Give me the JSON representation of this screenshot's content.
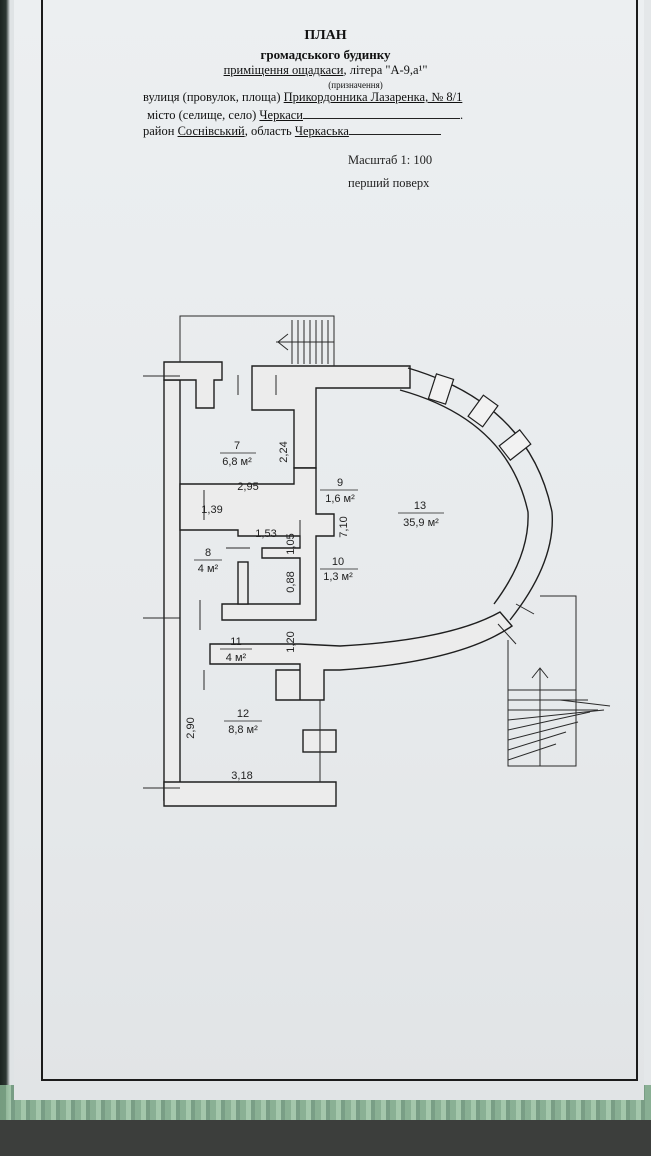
{
  "header": {
    "title": "ПЛАН",
    "subtitle": "громадського будинку",
    "purpose_value": "приміщення ощадкаси",
    "purpose_suffix": ", літера \"А-9,а¹\"",
    "purpose_caption": "(призначення)",
    "street_label": "вулиця (провулок, площа)",
    "street_value": "Прикордонника Лазаренка, № 8/1",
    "city_label": "місто (селище, село)",
    "city_value": "Черкаси",
    "district_label": "район",
    "district_value": "Соснівський",
    "region_label": ", область",
    "region_value": "Черкаська",
    "scale": "Масштаб 1: 100",
    "floor": "перший поверх"
  },
  "rooms": [
    {
      "number": "7",
      "area": "6,8 м²"
    },
    {
      "number": "8",
      "area": "4 м²"
    },
    {
      "number": "9",
      "area": "1,6 м²"
    },
    {
      "number": "10",
      "area": "1,3 м²"
    },
    {
      "number": "11",
      "area": "4 м²"
    },
    {
      "number": "12",
      "area": "8,8 м²"
    },
    {
      "number": "13",
      "area": "35,9 м²"
    }
  ],
  "dimensions": [
    "2,24",
    "2,95",
    "1,39",
    "1,53",
    "1,05",
    "7,10",
    "0,88",
    "1,20",
    "2,90",
    "3,18"
  ],
  "colors": {
    "wall_fill": "#ececec",
    "wall_stroke": "#1f1f1f",
    "paper": "#e8ebed"
  }
}
